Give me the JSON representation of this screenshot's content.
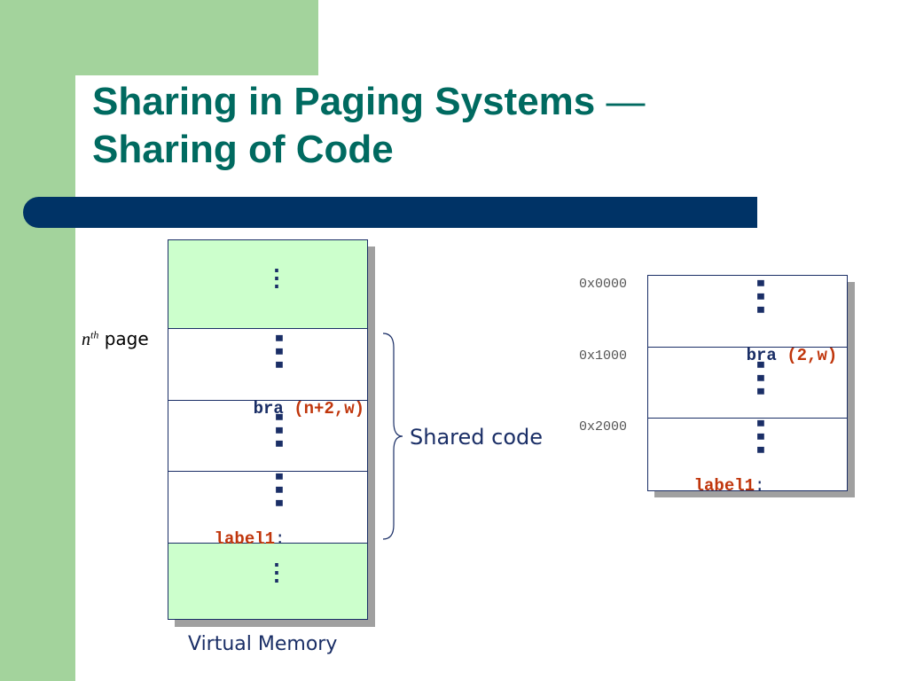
{
  "slide": {
    "title_line1": "Sharing in Paging Systems",
    "title_dash": "—",
    "title_line2": "Sharing of Code"
  },
  "virtual_memory": {
    "caption": "Virtual Memory",
    "nth_label_n": "n",
    "nth_label_sup": "th",
    "nth_label_rest": " page",
    "instruction_op": "bra",
    "instruction_arg": "(n+2,w)",
    "label": "label1",
    "label_colon": ":"
  },
  "brace_label": "Shared code",
  "physical_memory": {
    "addresses": [
      "0x0000",
      "0x1000",
      "0x2000"
    ],
    "instruction_op": "bra",
    "instruction_arg": "(2,w)",
    "label": "label1",
    "label_colon": ":"
  },
  "colors": {
    "green": "#a3d39c",
    "title": "#006a60",
    "bar": "#003366",
    "light_cell": "#ccffcc",
    "code_blue": "#1a2e66",
    "code_orange": "#c0360c"
  }
}
